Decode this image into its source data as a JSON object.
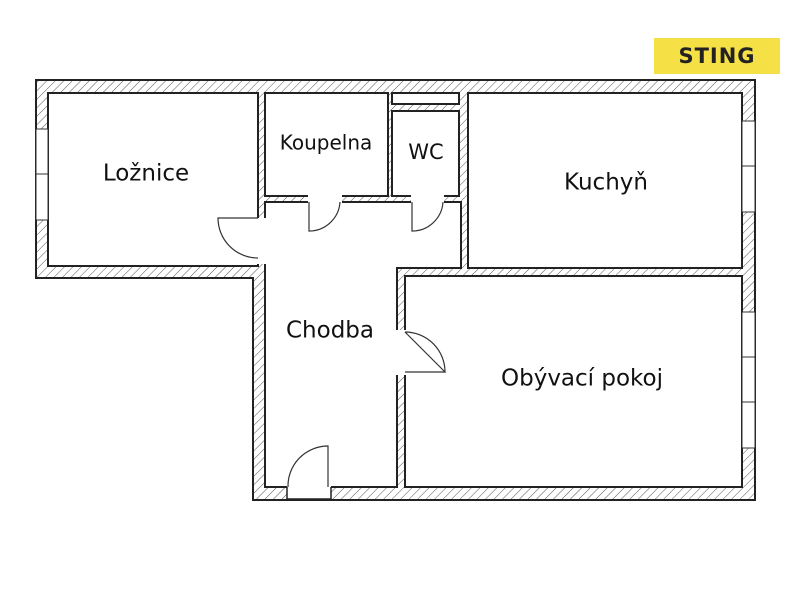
{
  "brand": {
    "name": "STING",
    "color": "#f5e145"
  },
  "rooms": {
    "loznice": "Ložnice",
    "koupelna": "Koupelna",
    "wc": "WC",
    "kuchyn": "Kuchyň",
    "chodba": "Chodba",
    "obyvaci": "Obývací pokoj"
  }
}
